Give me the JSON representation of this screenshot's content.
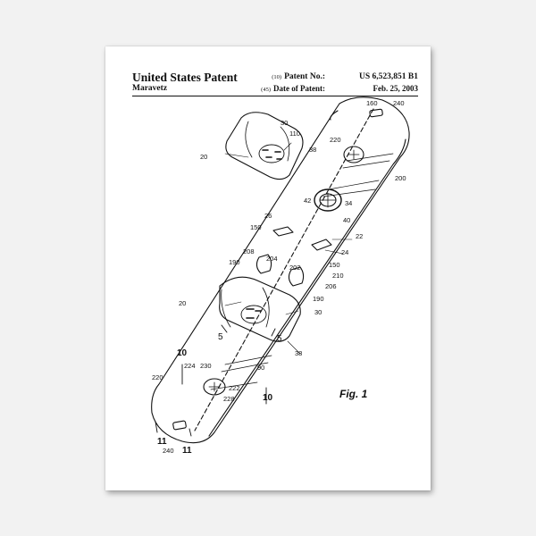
{
  "header": {
    "title": "United States Patent",
    "inventor": "Maravetz",
    "patent_no_index": "(10)",
    "patent_no_label": "Patent No.:",
    "patent_no_value": "US 6,523,851 B1",
    "date_index": "(45)",
    "date_label": "Date of Patent:",
    "date_value": "Feb. 25, 2003"
  },
  "figure_label": "Fig. 1",
  "ref_labels": {
    "r160": "160",
    "r240a": "240",
    "r220a": "220",
    "r200": "200",
    "r42": "42",
    "r34": "34",
    "r40": "40",
    "r26": "26",
    "r22": "22",
    "r150a": "150",
    "r24": "24",
    "r150b": "150",
    "r208": "208",
    "r204": "204",
    "r202": "202",
    "r210": "210",
    "r206": "206",
    "r190a": "190",
    "r190b": "190",
    "r20a": "20",
    "r30a": "30",
    "r110": "110",
    "r38a": "38",
    "r20b": "20",
    "r30b": "30",
    "r5a": "5",
    "r5b": "5",
    "r38b": "38",
    "r90": "90",
    "r10a": "10",
    "r10b": "10",
    "r220b": "220",
    "r224": "224",
    "r230": "230",
    "r222": "222",
    "r228": "228",
    "r11a": "11",
    "r11b": "11",
    "r240b": "240"
  },
  "colors": {
    "ink": "#111111",
    "paper": "#ffffff",
    "wall": "#f2f2f2"
  }
}
